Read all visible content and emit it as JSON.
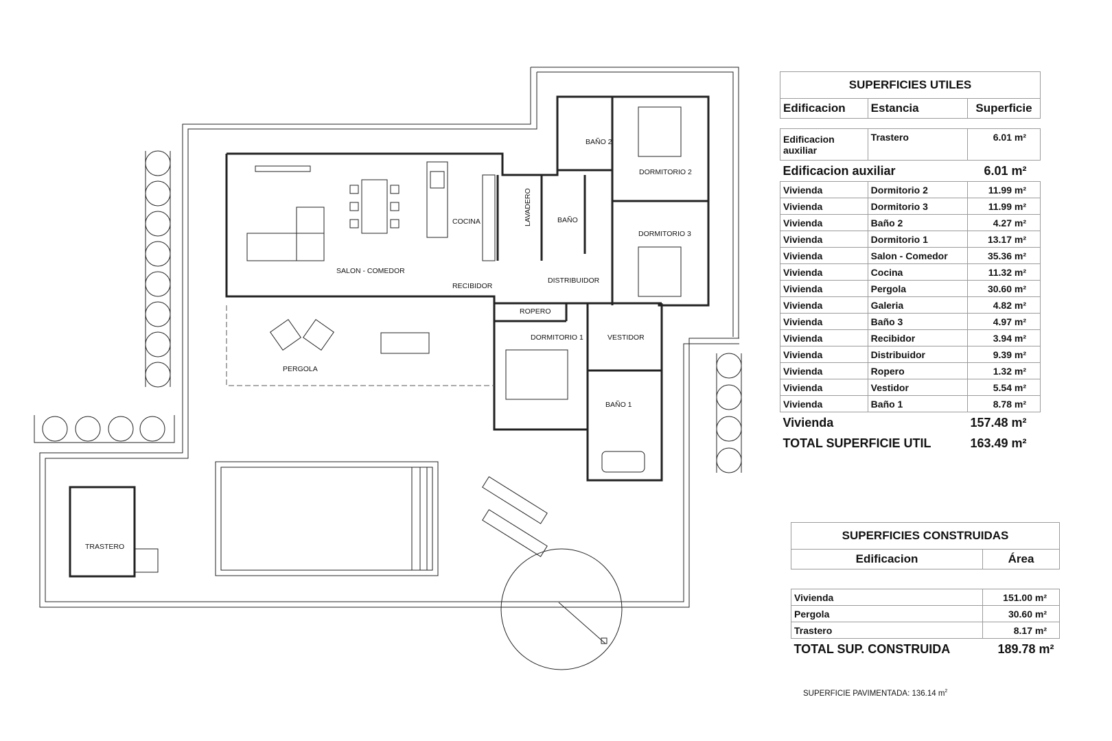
{
  "plan": {
    "rooms": {
      "salon_comedor": "SALON - COMEDOR",
      "cocina": "COCINA",
      "lavadero": "LAVADERO",
      "bano": "BAÑO",
      "bano2": "BAÑO 2",
      "dormitorio2": "DORMITORIO 2",
      "dormitorio3": "DORMITORIO 3",
      "recibidor": "RECIBIDOR",
      "distribuidor": "DISTRIBUIDOR",
      "ropero": "ROPERO",
      "dormitorio1": "DORMITORIO 1",
      "vestidor": "VESTIDOR",
      "bano1": "BAÑO 1",
      "pergola": "PERGOLA",
      "trastero": "TRASTERO"
    }
  },
  "superficies_utiles": {
    "title": "SUPERFICIES UTILES",
    "headers": [
      "Edificacion",
      "Estancia",
      "Superficie"
    ],
    "aux_row": {
      "edificacion": "Edificacion auxiliar",
      "estancia": "Trastero",
      "superficie": "6.01 m²"
    },
    "aux_total": {
      "label": "Edificacion auxiliar",
      "value": "6.01 m²"
    },
    "rows": [
      {
        "edificacion": "Vivienda",
        "estancia": "Dormitorio 2",
        "superficie": "11.99 m²"
      },
      {
        "edificacion": "Vivienda",
        "estancia": "Dormitorio 3",
        "superficie": "11.99 m²"
      },
      {
        "edificacion": "Vivienda",
        "estancia": "Baño 2",
        "superficie": "4.27 m²"
      },
      {
        "edificacion": "Vivienda",
        "estancia": "Dormitorio 1",
        "superficie": "13.17 m²"
      },
      {
        "edificacion": "Vivienda",
        "estancia": "Salon  - Comedor",
        "superficie": "35.36 m²"
      },
      {
        "edificacion": "Vivienda",
        "estancia": "Cocina",
        "superficie": "11.32 m²"
      },
      {
        "edificacion": "Vivienda",
        "estancia": "Pergola",
        "superficie": "30.60 m²"
      },
      {
        "edificacion": "Vivienda",
        "estancia": "Galeria",
        "superficie": "4.82 m²"
      },
      {
        "edificacion": "Vivienda",
        "estancia": "Baño 3",
        "superficie": "4.97 m²"
      },
      {
        "edificacion": "Vivienda",
        "estancia": "Recibidor",
        "superficie": "3.94 m²"
      },
      {
        "edificacion": "Vivienda",
        "estancia": "Distribuidor",
        "superficie": "9.39 m²"
      },
      {
        "edificacion": "Vivienda",
        "estancia": "Ropero",
        "superficie": "1.32 m²"
      },
      {
        "edificacion": "Vivienda",
        "estancia": "Vestidor",
        "superficie": "5.54 m²"
      },
      {
        "edificacion": "Vivienda",
        "estancia": "Baño 1",
        "superficie": "8.78 m²"
      }
    ],
    "vivienda_total": {
      "label": "Vivienda",
      "value": "157.48 m²"
    },
    "grand_total": {
      "label": "TOTAL SUPERFICIE UTIL",
      "value": "163.49 m²"
    }
  },
  "superficies_construidas": {
    "title": "SUPERFICIES CONSTRUIDAS",
    "headers": [
      "Edificacion",
      "Área"
    ],
    "rows": [
      {
        "edificacion": "Vivienda",
        "area": "151.00 m²"
      },
      {
        "edificacion": "Pergola",
        "area": "30.60 m²"
      },
      {
        "edificacion": "Trastero",
        "area": "8.17 m²"
      }
    ],
    "grand_total": {
      "label": "TOTAL SUP. CONSTRUIDA",
      "value": "189.78 m²"
    }
  },
  "pavimentada": {
    "label": "SUPERFICIE PAVIMENTADA: 136.14 m",
    "unit_sup": "2"
  }
}
